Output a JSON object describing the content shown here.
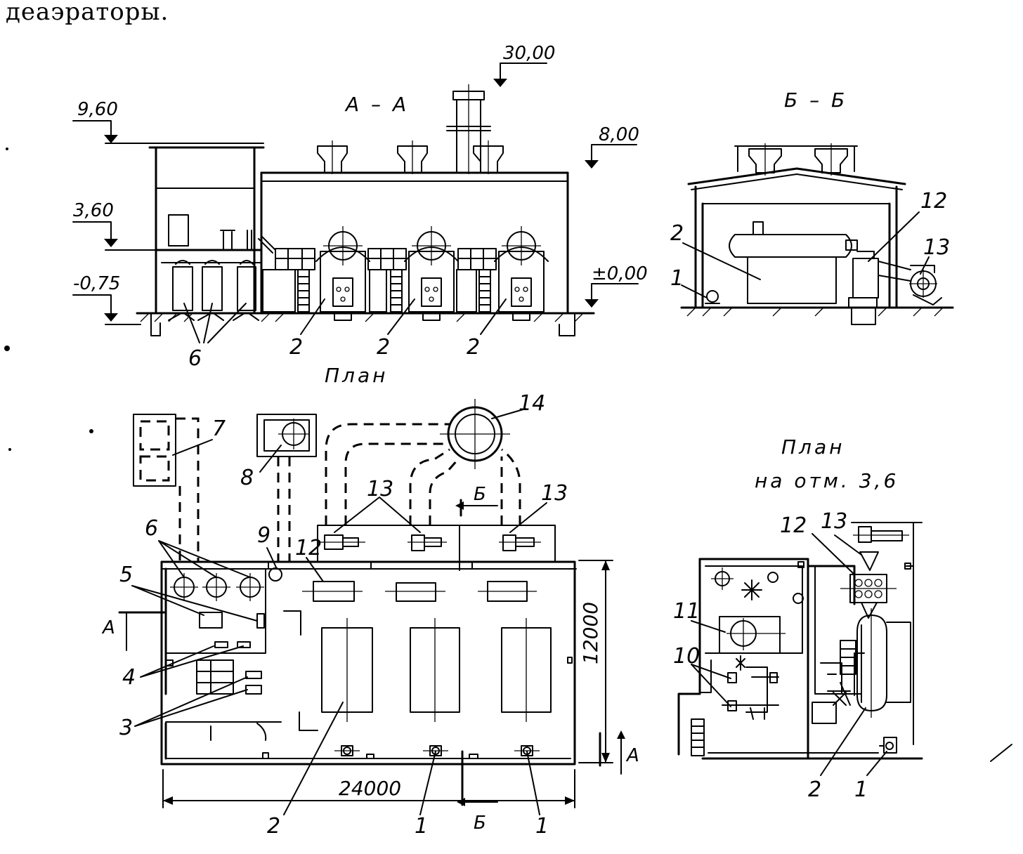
{
  "header": {
    "text": "деаэраторы."
  },
  "section_aa": {
    "title": "А – А",
    "marks": {
      "m30": "30,00",
      "m9_6": "9,60",
      "m8": "8,00",
      "m3_6": "3,60",
      "m_075": "-0,75",
      "m0": "±0,00"
    },
    "labels": {
      "l6": "6",
      "l2a": "2",
      "l2b": "2",
      "l2c": "2"
    }
  },
  "section_bb": {
    "title": "Б – Б",
    "labels": {
      "l12": "12",
      "l2": "2",
      "l1": "1",
      "l13": "13"
    }
  },
  "plan": {
    "title": "План",
    "labels": {
      "l7": "7",
      "l8": "8",
      "l14": "14",
      "l13a": "13",
      "l13b": "13",
      "l6": "6",
      "l9": "9",
      "l12": "12",
      "l5": "5",
      "l4": "4",
      "l3": "3",
      "l2": "2",
      "l1a": "1",
      "l1b": "1"
    },
    "cut_marks": {
      "a_top": "А",
      "a_bottom": "А",
      "b_top": "Б",
      "b_bottom": "Б"
    },
    "dims": {
      "width": "24000",
      "height": "12000"
    }
  },
  "plan_36": {
    "title": "План",
    "subtitle": "на отм. 3,6",
    "labels": {
      "l12": "12",
      "l13": "13",
      "l11": "11",
      "l10": "10",
      "l2": "2",
      "l1": "1"
    }
  }
}
